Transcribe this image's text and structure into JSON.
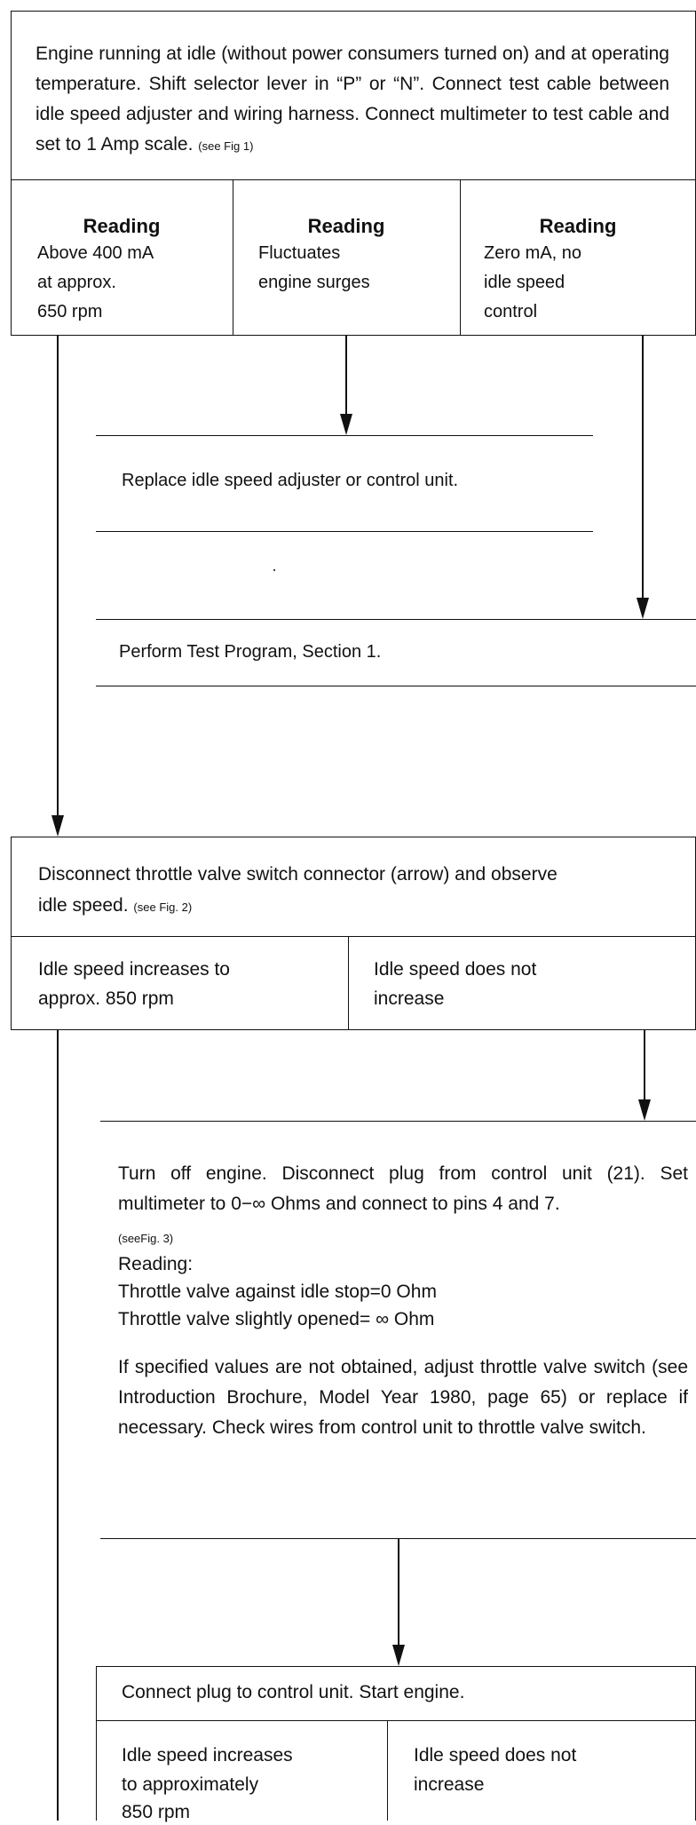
{
  "top_box": {
    "text": "Engine running at idle (without power consumers turned on) and at operating temperature. Shift selector lever in “P” or “N”. Connect test cable between idle speed adjuster and wiring harness. Connect multimeter to test cable and set to 1 Amp scale.",
    "ref": "(see Fig 1)",
    "readings": [
      {
        "heading": "Reading",
        "line1": "Above 400 mA",
        "line2": "at approx.",
        "line3": "650 rpm"
      },
      {
        "heading": "Reading",
        "line1": "Fluctuates",
        "line2": "engine surges",
        "line3": ""
      },
      {
        "heading": "Reading",
        "line1": "Zero mA, no",
        "line2": "idle speed",
        "line3": "control"
      }
    ]
  },
  "step_replace": "Replace idle speed adjuster or control unit.",
  "step_perform": "Perform Test Program, Section 1.",
  "throttle_box": {
    "text_line1": "Disconnect throttle valve switch connector (arrow) and observe",
    "text_line2": "idle speed.",
    "ref": "(see Fig. 2)",
    "left_line1": "Idle speed increases to",
    "left_line2": "approx. 850 rpm",
    "right_line1": "Idle speed does not",
    "right_line2": "increase"
  },
  "turnoff": {
    "text": "Turn off engine. Disconnect plug from control unit (21). Set multimeter to 0−∞ Ohms and connect to pins 4 and 7.",
    "ref": "(seeFig. 3)",
    "reading_label": "Reading:",
    "reading1": "Throttle valve against idle stop=0 Ohm",
    "reading2": "Throttle valve slightly opened= ∞ Ohm",
    "note": "If specified values are not obtained, adjust throttle valve switch (see Introduction Brochure, Model Year 1980, page 65) or replace if necessary. Check wires from control unit to throttle valve switch."
  },
  "plug_box": {
    "text": "Connect plug to control unit. Start engine.",
    "left_line1": "Idle speed increases",
    "left_line2": "to approximately",
    "left_line3": "850 rpm",
    "right_line1": "Idle speed does not",
    "right_line2": "increase"
  }
}
